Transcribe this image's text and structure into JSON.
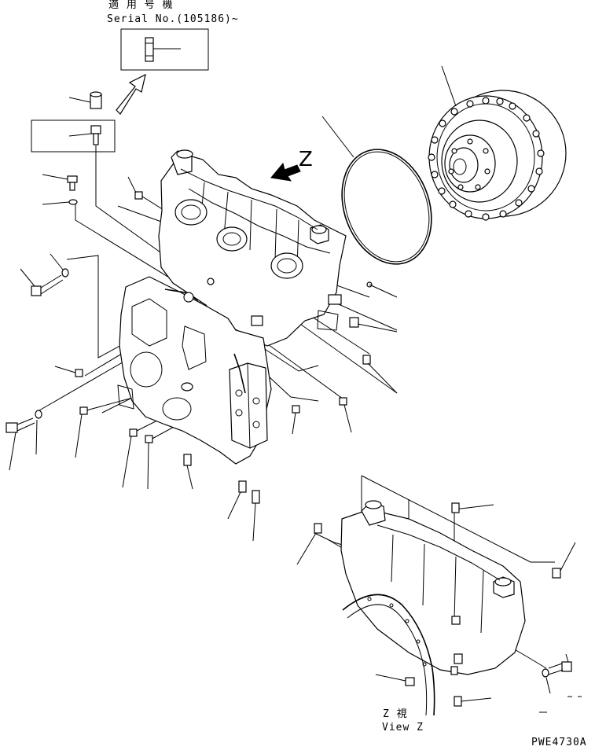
{
  "header": {
    "applicable_label": "適 用 号 機",
    "serial_label": "Serial No.(105186)~"
  },
  "view": {
    "marker": "Z",
    "caption_jp": "Z   視",
    "caption_en": "View Z"
  },
  "footer": {
    "code": "PWE4730A"
  }
}
